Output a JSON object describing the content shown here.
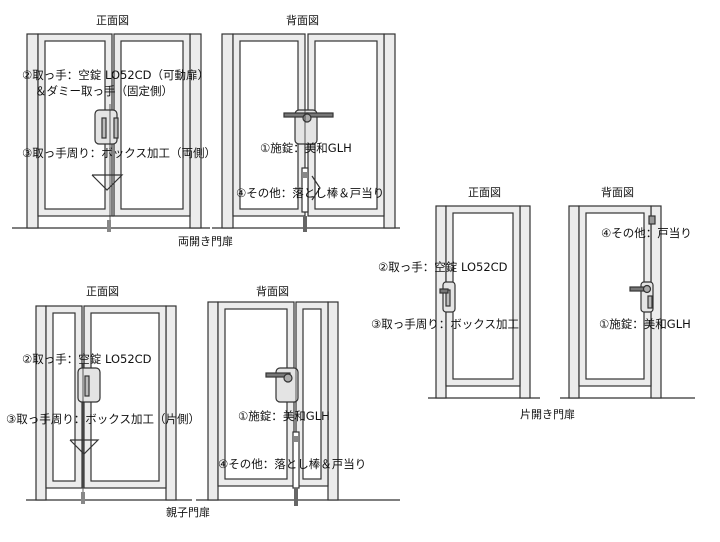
{
  "views": {
    "front": "正面図",
    "back": "背面図"
  },
  "captions": {
    "double_door": "両開き門扉",
    "parent_child_door": "親子門扉",
    "single_door": "片開き門扉"
  },
  "annotations": {
    "double_front_handle_1": "②取っ手：空錠 LO52CD（可動扉）",
    "double_front_handle_2": "＆ダミー取っ手（固定側）",
    "double_front_box": "③取っ手周り：ボックス加工（両側）",
    "double_back_lock": "①施錠：美和GLH",
    "double_back_other": "④その他：落とし棒＆戸当り",
    "single_front_handle": "②取っ手：空錠 LO52CD",
    "single_front_box": "③取っ手周り：ボックス加工",
    "single_back_other": "④その他：戸当り",
    "single_back_lock": "①施錠：美和GLH",
    "pc_front_handle": "②取っ手：空錠 LO52CD",
    "pc_front_box": "③取っ手周り：ボックス加工（片側）",
    "pc_back_lock": "①施錠：美和GLH",
    "pc_back_other": "④その他：落とし棒＆戸当り"
  },
  "colors": {
    "line": "#333333",
    "frame_fill": "#ececec",
    "handle": "#555555"
  }
}
